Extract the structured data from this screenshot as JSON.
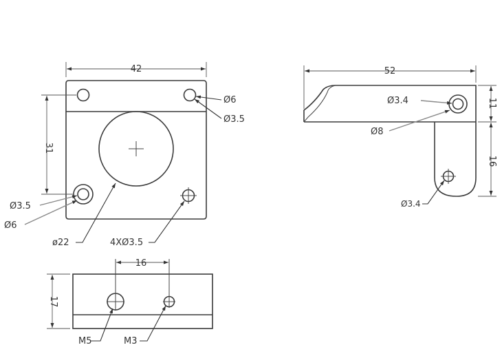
{
  "front_view": {
    "width_dim": "42",
    "height_dim": "31",
    "hole_top_right_outer": "Ø6",
    "hole_top_right_inner": "Ø3.5",
    "hole_bottom_left_inner": "Ø3.5",
    "hole_bottom_left_outer": "Ø6",
    "center_bore": "ø22",
    "hole_pattern": "4XØ3.5"
  },
  "side_view": {
    "width_dim": "52",
    "upper_height_dim": "11",
    "lower_height_dim": "16",
    "upper_hole": "Ø3.4",
    "counterbore": "Ø8",
    "lower_hole": "Ø3.4"
  },
  "bottom_view": {
    "spacing_dim": "16",
    "height_dim": "17",
    "thread_large": "M5",
    "thread_small": "M3"
  }
}
